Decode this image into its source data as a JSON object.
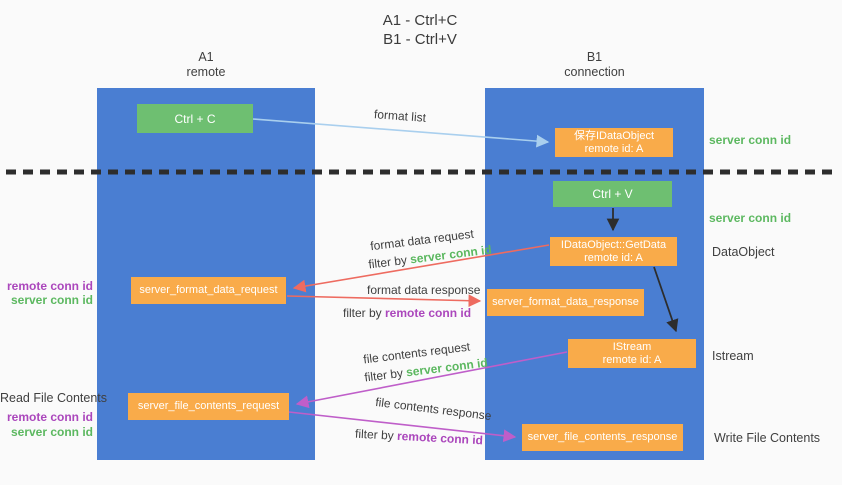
{
  "title": {
    "line1": "A1 - Ctrl+C",
    "line2": "B1 - Ctrl+V"
  },
  "columns": {
    "left": {
      "name": "A1",
      "subtitle": "remote"
    },
    "right": {
      "name": "B1",
      "subtitle": "connection"
    }
  },
  "nodes": {
    "ctrl_c": "Ctrl + C",
    "ctrl_v": "Ctrl + V",
    "save_dataobject": {
      "line1": "保存IDataObject",
      "line2": "remote id: A"
    },
    "getdata": {
      "line1": "IDataObject::GetData",
      "line2": "remote id: A"
    },
    "istream": {
      "line1": "IStream",
      "line2": "remote id: A"
    },
    "format_request": "server_format_data_request",
    "format_response": "server_format_data_response",
    "file_request": "server_file_contents_request",
    "file_response": "server_file_contents_response"
  },
  "side_labels": {
    "right_server_conn_id_top": "server conn id",
    "right_server_conn_id_mid": "server conn id",
    "dataobject": "DataObject",
    "istream": "Istream",
    "write_file": "Write File Contents",
    "read_file": "Read File Contents",
    "left_remote_conn_id_format": "remote conn id",
    "left_server_conn_id_format": "server conn id",
    "left_remote_conn_id_file": "remote conn id",
    "left_server_conn_id_file": "server conn id"
  },
  "arrow_labels": {
    "format_list": "format list",
    "format_data_request": "format data request",
    "filter_server_1": {
      "prefix": "filter by ",
      "highlight": "server conn id"
    },
    "format_data_response": "format data response",
    "filter_remote_1": {
      "prefix": "filter by ",
      "highlight": "remote conn id"
    },
    "file_contents_request": "file contents request",
    "filter_server_2": {
      "prefix": "filter by ",
      "highlight": "server conn id"
    },
    "file_contents_response": "file contents response",
    "filter_remote_2": {
      "prefix": "filter by ",
      "highlight": "remote conn id"
    }
  },
  "colors": {
    "column_blue": "#4a7ed2",
    "node_green": "#6ebf71",
    "node_orange": "#f9ab4a",
    "arrow_light_blue": "#a9cfee",
    "arrow_red": "#ee6b60",
    "arrow_magenta": "#bf5ec9",
    "arrow_black": "#2d2d2d",
    "text_green": "#5cb860",
    "text_purple": "#ab47bc",
    "text_dark": "#3f3f3f",
    "background": "#fafafa"
  }
}
